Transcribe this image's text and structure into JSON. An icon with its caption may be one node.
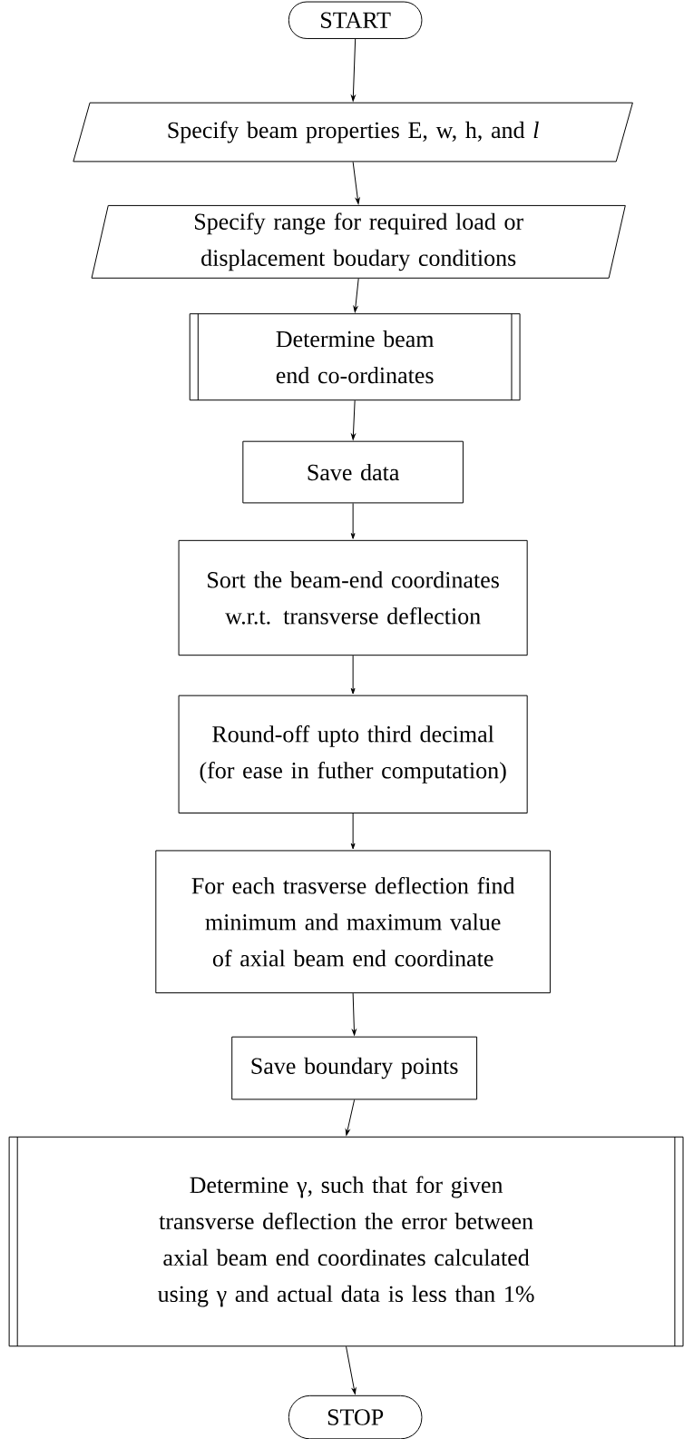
{
  "diagram": {
    "nodes": [
      {
        "text": [
          "START"
        ]
      },
      {
        "text": [
          "Specify beam properties E, w, h, and *l*"
        ]
      },
      {
        "text": [
          "Specify range for required load or displacement boudary conditions"
        ]
      },
      {
        "text": [
          "Determine beam end co-ordinates"
        ]
      },
      {
        "text": [
          "Save data"
        ]
      },
      {
        "text": [
          "Sort the beam-end coordinates w.r.t. transverse deflection"
        ]
      },
      {
        "text": [
          "Round-off upto third decimal (for ease in futher computation)"
        ]
      },
      {
        "text": [
          "For each trasverse deflection find minimum and maximum value of axial beam end coordinate"
        ]
      },
      {
        "text": [
          "Save boundary points"
        ]
      },
      {
        "text": [
          "Determine γ, such that for given transverse deflection the error between axial beam end coordinates calculated using γ and actual data is less than 1%"
        ]
      },
      {
        "text": [
          "STOP"
        ]
      }
    ],
    "edges": [
      {
        "from": 0,
        "to": 1,
        "arrow": "to"
      },
      {
        "from": 1,
        "to": 2,
        "arrow": "to"
      },
      {
        "from": 2,
        "to": 3,
        "arrow": "to"
      },
      {
        "from": 3,
        "to": 4,
        "arrow": "to"
      },
      {
        "from": 4,
        "to": 5,
        "arrow": "to"
      },
      {
        "from": 5,
        "to": 6,
        "arrow": "to"
      },
      {
        "from": 6,
        "to": 7,
        "arrow": "to"
      },
      {
        "from": 7,
        "to": 8,
        "arrow": "to"
      },
      {
        "from": 8,
        "to": 9,
        "arrow": "to"
      },
      {
        "from": 9,
        "to": 10,
        "arrow": "to"
      }
    ]
  }
}
